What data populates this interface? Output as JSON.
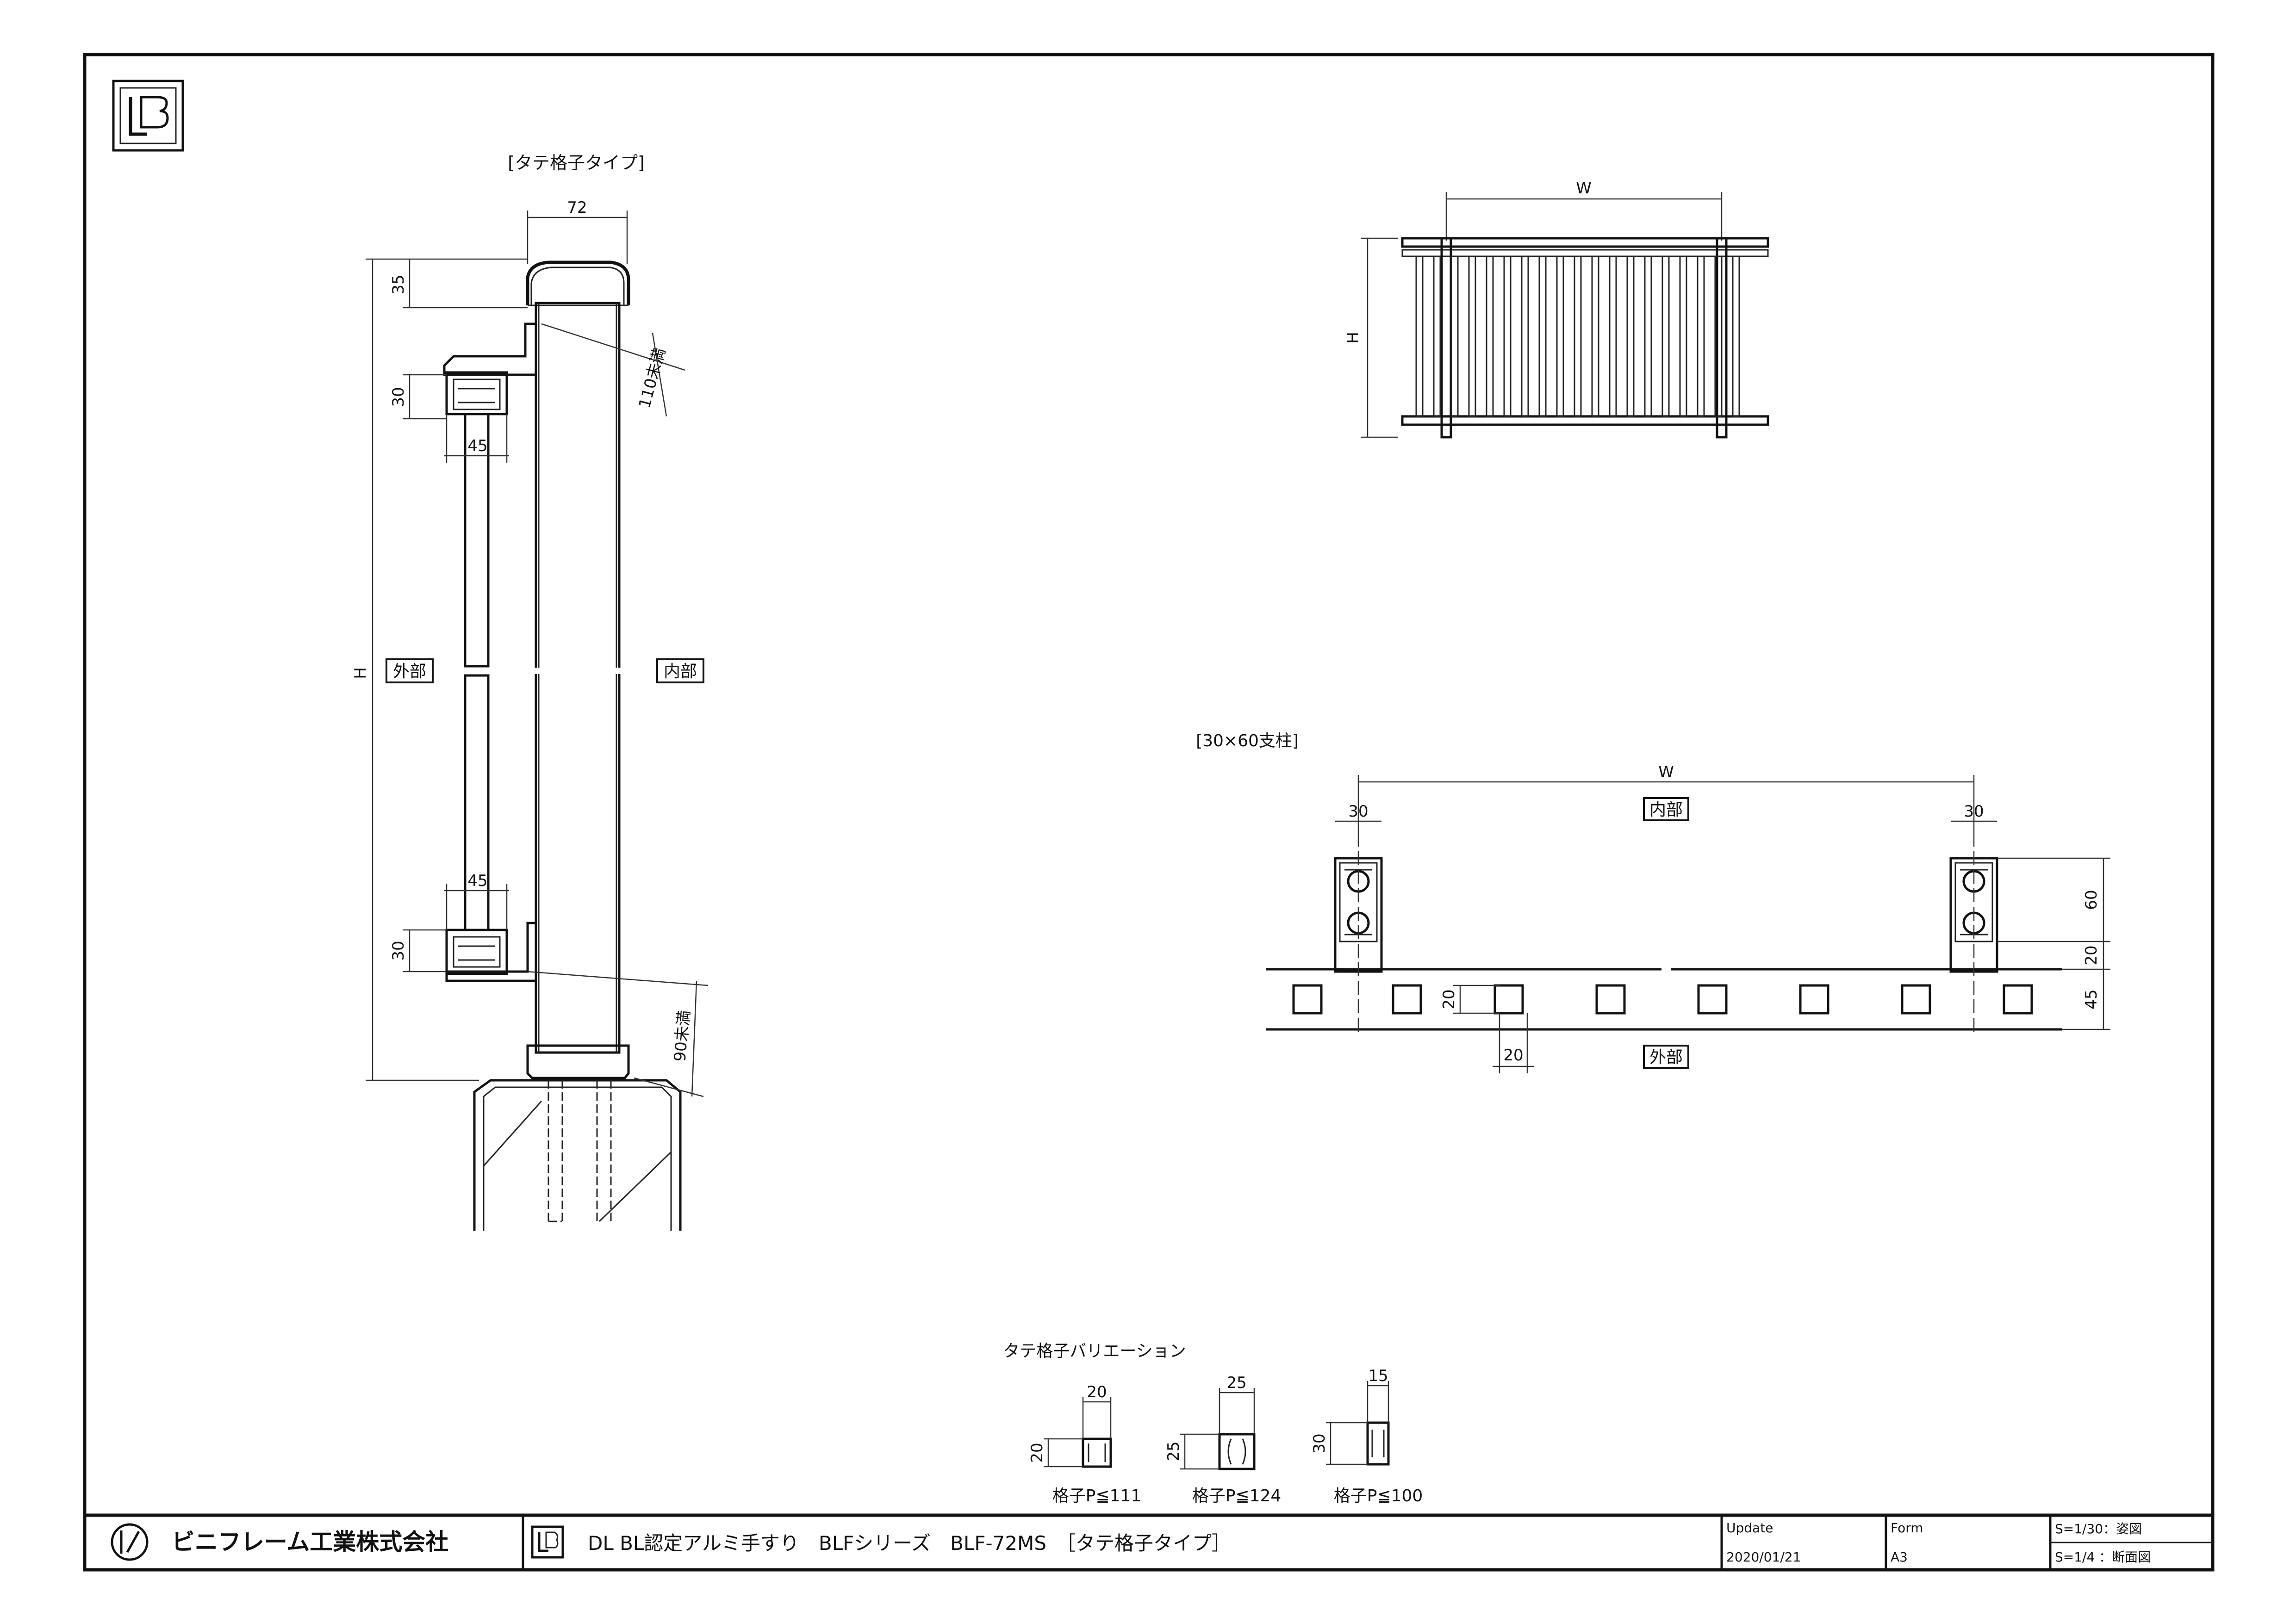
{
  "side_view": {
    "title": "[タテ格子タイプ]",
    "dim_width": "72",
    "dim_cap": "35",
    "dim_gap_top": "110未満",
    "dim_rail_top": "30",
    "dim_rail_top_w": "45",
    "dim_rail_bottom_w": "45",
    "dim_rail_bottom": "30",
    "dim_gap_bottom": "90未満",
    "dim_height": "H",
    "label_outside": "外部",
    "label_inside": "内部"
  },
  "elevation": {
    "dim_w": "W",
    "dim_h": "H"
  },
  "plan": {
    "title": "[30×60支柱]",
    "dim_w": "W",
    "dim_post_left": "30",
    "dim_post_right": "30",
    "label_inside": "内部",
    "label_outside": "外部",
    "dim_60": "60",
    "dim_20_right": "20",
    "dim_45": "45",
    "dim_20_left": "20",
    "dim_20_bottom": "20"
  },
  "variations": {
    "title": "タテ格子バリエーション",
    "items": [
      {
        "w": "20",
        "h": "20",
        "caption": "格子P≦111"
      },
      {
        "w": "25",
        "h": "25",
        "caption": "格子P≦124"
      },
      {
        "w": "15",
        "h": "30",
        "caption": "格子P≦100"
      }
    ]
  },
  "title_block": {
    "company": "ビニフレーム工業株式会社",
    "drawing_title": "DL BL認定アルミ手すり　BLFシリーズ　BLF-72MS　［タテ格子タイプ］",
    "update_label": "Update",
    "update_value": "2020/01/21",
    "form_label": "Form",
    "form_value": "A3",
    "scale_1": "S=1/30：姿図",
    "scale_2": "S=1/4 ：断面図"
  }
}
